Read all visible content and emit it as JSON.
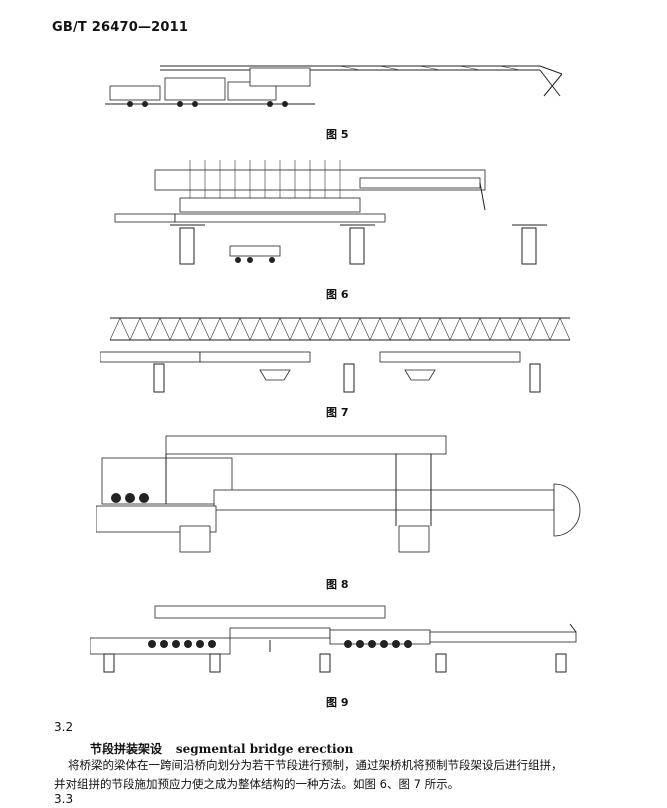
{
  "header": {
    "standard_no": "GB/T 26470—2011"
  },
  "figures": [
    {
      "caption": "图 5"
    },
    {
      "caption": "图 6"
    },
    {
      "caption": "图 7"
    },
    {
      "caption": "图 8"
    },
    {
      "caption": "图 9"
    }
  ],
  "section_3_2": {
    "number": "3.2",
    "term_zh": "节段拼装架设",
    "term_en": "segmental bridge erection",
    "definition_line1": "将桥梁的梁体在一跨间沿桥向划分为若干节段进行预制，通过架桥机将预制节段架设后进行组拼，",
    "definition_line2": "并对组拼的节段施加预应力使之成为整体结构的一种方法。如图 6、图 7 所示。"
  },
  "section_3_3": {
    "number": "3.3"
  }
}
